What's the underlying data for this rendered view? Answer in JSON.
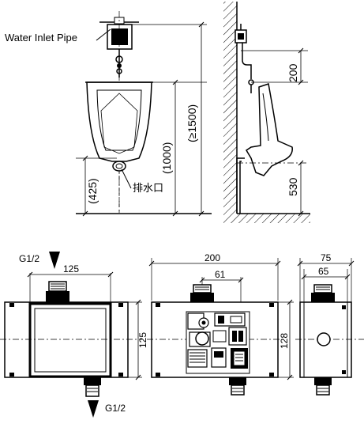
{
  "elevation": {
    "inlet_label": "Water Inlet Pipe",
    "dim_min_height": "(≥1500)",
    "dim_body_height": "(1000)",
    "dim_outlet_height": "(425)",
    "drain_label": "排水口"
  },
  "side": {
    "dim_inlet_offset": "200",
    "dim_outlet_height": "530"
  },
  "plan": {
    "thread_top": "G1/2",
    "thread_bottom": "G1/2",
    "dim_left_width": "125",
    "dim_left_height": "125",
    "dim_mid_width": "200",
    "dim_mid_offset": "61",
    "dim_mid_height": "128",
    "dim_right_width": "75",
    "dim_right_inner": "65"
  }
}
